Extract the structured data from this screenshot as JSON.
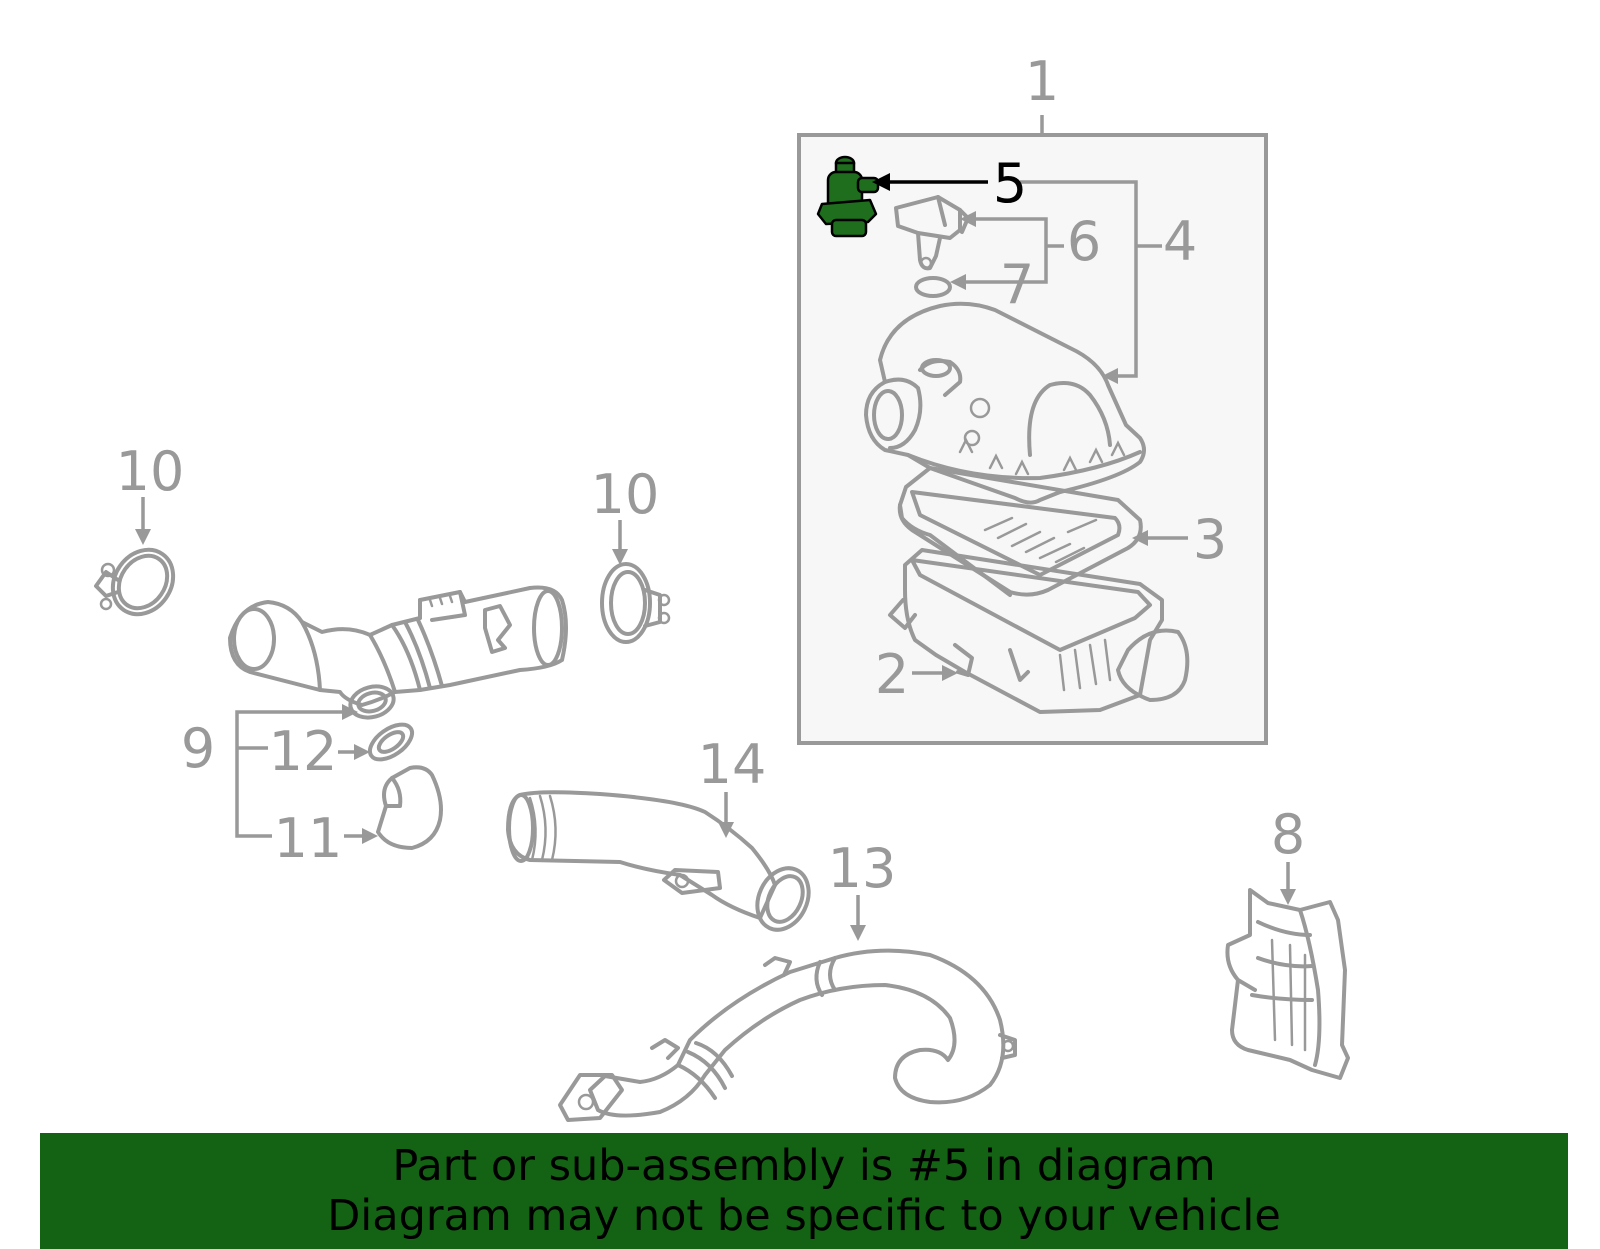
{
  "callouts": {
    "c1": "1",
    "c2": "2",
    "c3": "3",
    "c4": "4",
    "c5": "5",
    "c6": "6",
    "c7": "7",
    "c8": "8",
    "c9": "9",
    "c10a": "10",
    "c10b": "10",
    "c11": "11",
    "c12": "12",
    "c13": "13",
    "c14": "14"
  },
  "highlighted_part": "5",
  "colors": {
    "highlight": "#1e6e1e",
    "banner_bg": "#146314",
    "line": "#999999",
    "assembly_bg": "#f7f7f7"
  },
  "banner": {
    "line1": "Part or sub-assembly is #5 in diagram",
    "line2": "Diagram may not be specific to your vehicle"
  }
}
